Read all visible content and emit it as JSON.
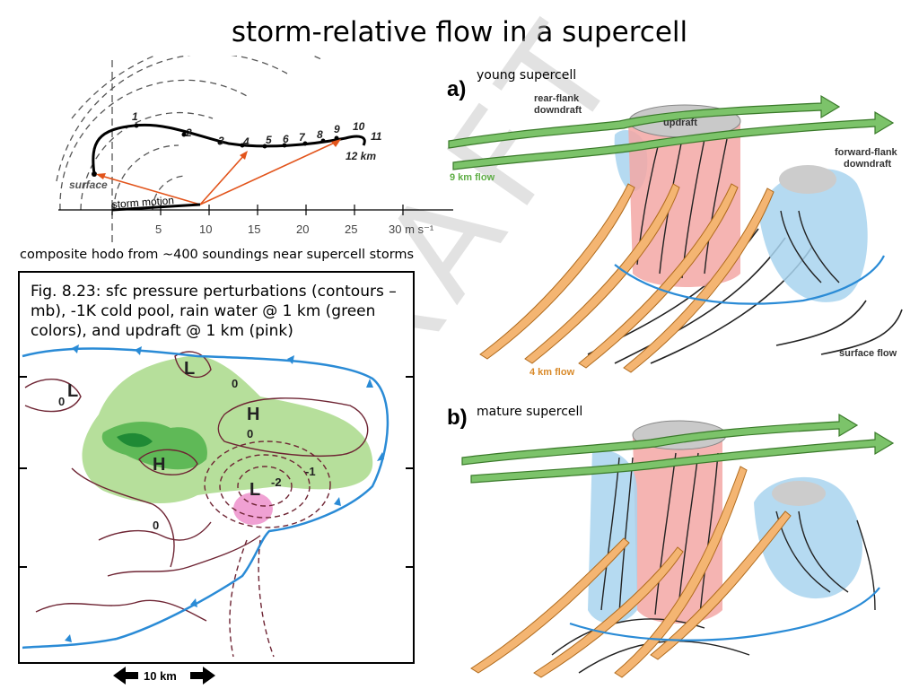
{
  "slide": {
    "title": "storm-relative flow in a supercell"
  },
  "hodograph": {
    "caption": "composite hodo from ~400 soundings near supercell storms",
    "x_ticks": [
      "5",
      "10",
      "15",
      "20",
      "25",
      "30 m s⁻¹"
    ],
    "height_labels": [
      "1",
      "2",
      "3",
      "4",
      "5",
      "6",
      "7",
      "8",
      "9",
      "10",
      "11",
      "12 km"
    ],
    "surface_label": "surface",
    "storm_motion_label": "storm motion",
    "colors": {
      "curve": "#000000",
      "arrows": "#e2541b",
      "rings": "#555555"
    }
  },
  "figure": {
    "caption": "Fig. 8.23: sfc pressure perturbations (contours – mb), -1K cold pool, rain water @ 1 km (green colors), and updraft @ 1 km (pink)",
    "labels": {
      "L1": "L",
      "L2": "L",
      "L3": "L",
      "H1": "H",
      "H2": "H",
      "z1": "0",
      "z2": "0",
      "z3": "0",
      "z4": "0",
      "m1": "-1",
      "m2": "-2"
    },
    "scale_label": "10 km",
    "colors": {
      "contour": "#6e2433",
      "rain": "#8fcc6a",
      "rain_dark": "#2e9b3c",
      "updraft": "#e67bbd",
      "front": "#2a8bd6"
    }
  },
  "panel_a": {
    "letter": "a)",
    "subtitle": "young supercell",
    "labels": {
      "rear_flank": "rear-flank\ndowndraft",
      "updraft": "updraft",
      "forward_flank": "forward-flank\ndowndraft",
      "flow_9km": "9 km flow",
      "flow_4km": "4 km flow",
      "surface_flow": "surface flow"
    }
  },
  "panel_b": {
    "letter": "b)",
    "subtitle": "mature supercell"
  },
  "watermark": "DRAFT",
  "colors": {
    "upper_flow": "#7cc36a",
    "mid_flow": "#f4b572",
    "updraft_fill": "#f3a7a5",
    "downdraft_fill": "#a8d3ee"
  }
}
